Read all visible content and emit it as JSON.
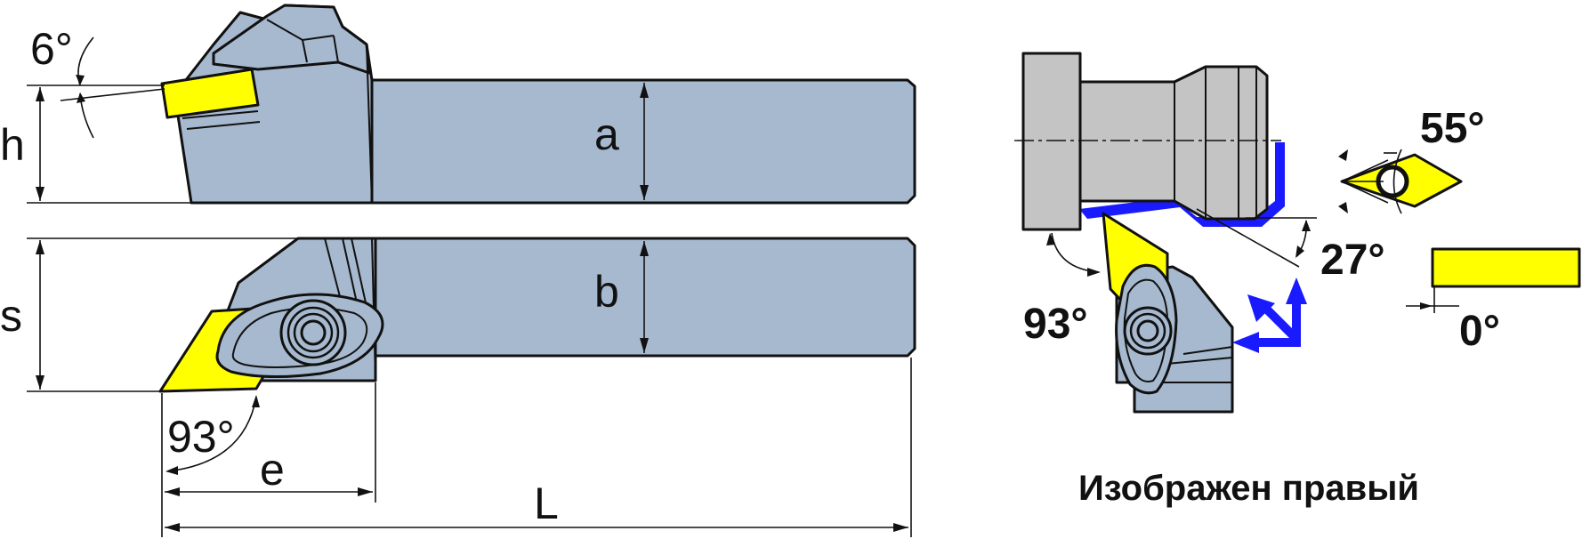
{
  "labels": {
    "angle_side_rake": "6°",
    "dim_h": "h",
    "dim_a": "a",
    "dim_b": "b",
    "dim_s": "s",
    "angle_lead_side": "93°",
    "dim_e": "e",
    "dim_L": "L",
    "angle_lead_head": "93°",
    "angle_approach": "27°",
    "angle_insert": "55°",
    "angle_clearance": "0°"
  },
  "caption": "Изображен правый",
  "colors": {
    "body": "#a7b9cf",
    "insert": "#ffff00",
    "gray": "#c4c4c4",
    "feed_arrows": "#1a1aff"
  }
}
